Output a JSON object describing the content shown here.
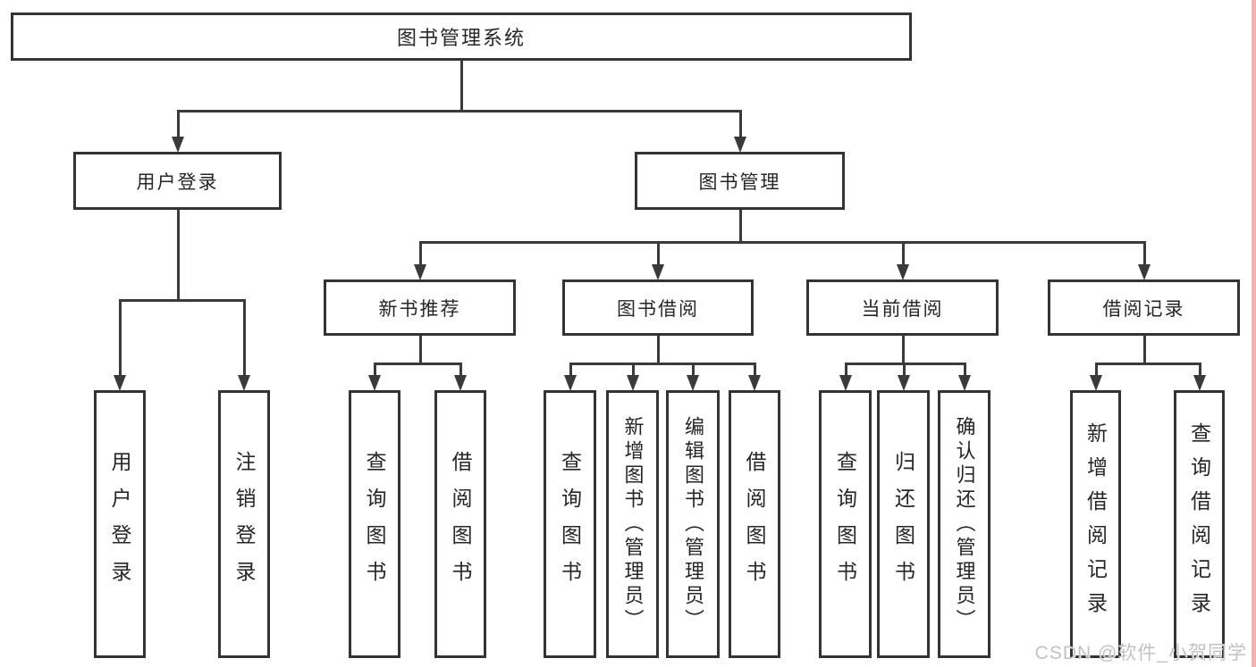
{
  "watermark": "CSDN @软件_小贺同学",
  "colors": {
    "line": "#3a3a3a",
    "border": "#333333",
    "text": "#262626",
    "watermark": "#c0c2c6",
    "edge_stripe": "#f2b2ae",
    "background": "#ffffff"
  },
  "nodes": [
    {
      "id": "root",
      "label": "图书管理系统",
      "level": 1,
      "parent": null,
      "orientation": "horizontal"
    },
    {
      "id": "user-login",
      "label": "用户登录",
      "level": 2,
      "parent": "root",
      "orientation": "horizontal"
    },
    {
      "id": "book-management",
      "label": "图书管理",
      "level": 2,
      "parent": "root",
      "orientation": "horizontal"
    },
    {
      "id": "new-book-recommend",
      "label": "新书推荐",
      "level": 3,
      "parent": "book-management",
      "orientation": "horizontal"
    },
    {
      "id": "book-borrowing",
      "label": "图书借阅",
      "level": 3,
      "parent": "book-management",
      "orientation": "horizontal"
    },
    {
      "id": "current-borrowing",
      "label": "当前借阅",
      "level": 3,
      "parent": "book-management",
      "orientation": "horizontal"
    },
    {
      "id": "borrowing-records",
      "label": "借阅记录",
      "level": 3,
      "parent": "book-management",
      "orientation": "horizontal"
    },
    {
      "id": "leaf-user-login",
      "label": "用户登录",
      "level": 4,
      "parent": "user-login",
      "orientation": "vertical"
    },
    {
      "id": "leaf-logout",
      "label": "注销登录",
      "level": 4,
      "parent": "user-login",
      "orientation": "vertical"
    },
    {
      "id": "leaf-nb-query-books",
      "label": "查询图书",
      "level": 4,
      "parent": "new-book-recommend",
      "orientation": "vertical"
    },
    {
      "id": "leaf-nb-borrow-books",
      "label": "借阅图书",
      "level": 4,
      "parent": "new-book-recommend",
      "orientation": "vertical"
    },
    {
      "id": "leaf-bb-query-books",
      "label": "查询图书",
      "level": 4,
      "parent": "book-borrowing",
      "orientation": "vertical"
    },
    {
      "id": "leaf-bb-add-books",
      "label": "新增图书（管理员）",
      "level": 4,
      "parent": "book-borrowing",
      "orientation": "vertical"
    },
    {
      "id": "leaf-bb-edit-books",
      "label": "编辑图书（管理员）",
      "level": 4,
      "parent": "book-borrowing",
      "orientation": "vertical"
    },
    {
      "id": "leaf-bb-borrow-books",
      "label": "借阅图书",
      "level": 4,
      "parent": "book-borrowing",
      "orientation": "vertical"
    },
    {
      "id": "leaf-cb-query-books",
      "label": "查询图书",
      "level": 4,
      "parent": "current-borrowing",
      "orientation": "vertical"
    },
    {
      "id": "leaf-cb-return-books",
      "label": "归还图书",
      "level": 4,
      "parent": "current-borrowing",
      "orientation": "vertical"
    },
    {
      "id": "leaf-cb-confirm-return",
      "label": "确认归还（管理员）",
      "level": 4,
      "parent": "current-borrowing",
      "orientation": "vertical"
    },
    {
      "id": "leaf-br-add-record",
      "label": "新增借阅记录",
      "level": 4,
      "parent": "borrowing-records",
      "orientation": "vertical"
    },
    {
      "id": "leaf-br-query-record",
      "label": "查询借阅记录",
      "level": 4,
      "parent": "borrowing-records",
      "orientation": "vertical"
    }
  ]
}
